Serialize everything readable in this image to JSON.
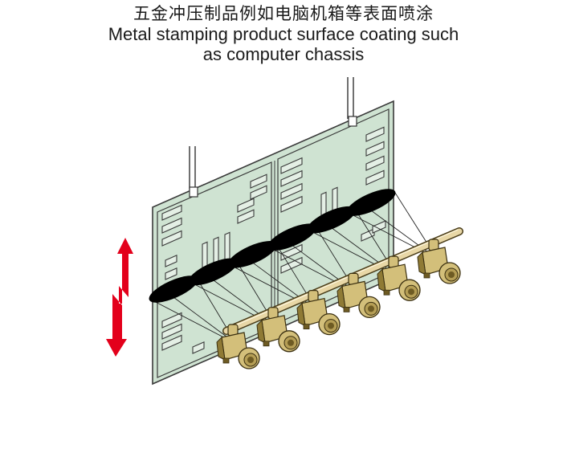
{
  "title": {
    "chinese": "五金冲压制品例如电脑机箱等表面喷涂",
    "english_line1": "Metal stamping product surface coating such",
    "english_line2": "as computer chassis"
  },
  "colors": {
    "panel_fill": "#cfe3d2",
    "panel_stroke": "#3a3a3a",
    "pipe": "#e8d7a6",
    "nozzle_body": "#d3bf7a",
    "nozzle_shadow": "#8f7a35",
    "spray": "#000000",
    "arrow": "#e3001b"
  },
  "nozzle_count": 6
}
